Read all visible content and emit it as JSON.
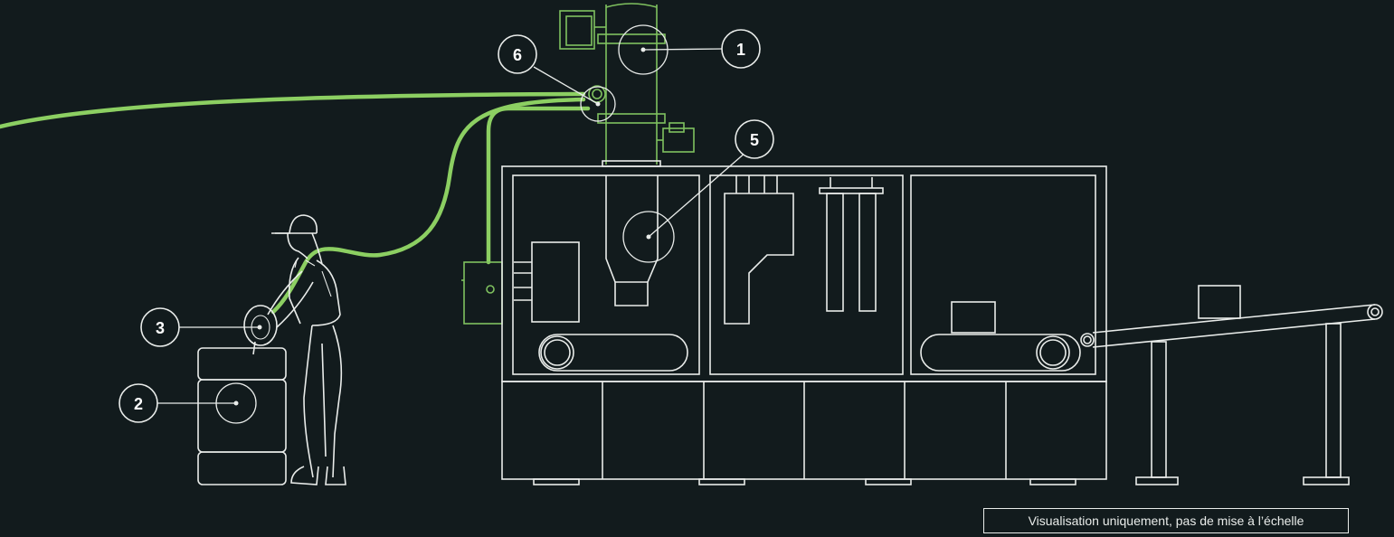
{
  "callouts": [
    {
      "id": "1",
      "label": "1"
    },
    {
      "id": "2",
      "label": "2"
    },
    {
      "id": "3",
      "label": "3"
    },
    {
      "id": "5",
      "label": "5"
    },
    {
      "id": "6",
      "label": "6"
    }
  ],
  "note": "Visualisation uniquement, pas de mise à l’échelle",
  "colors": {
    "background": "#121b1d",
    "line": "#e9ecea",
    "accent_green": "#8ccf62"
  }
}
